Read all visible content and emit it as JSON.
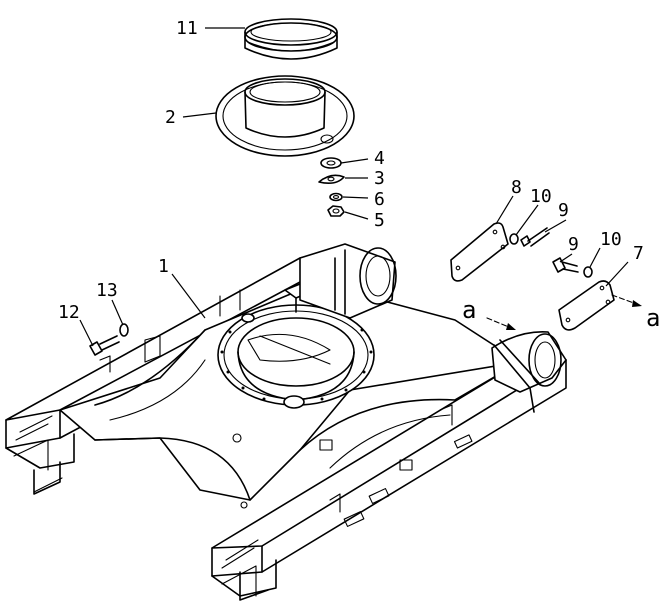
{
  "labels": {
    "l1": "1",
    "l2": "2",
    "l3": "3",
    "l4": "4",
    "l5": "5",
    "l6": "6",
    "l7": "7",
    "l8": "8",
    "l9a": "9",
    "l9b": "9",
    "l10a": "10",
    "l10b": "10",
    "l11": "11",
    "l12": "12",
    "l13": "13",
    "view_a_left": "a",
    "view_a_right": "a"
  }
}
